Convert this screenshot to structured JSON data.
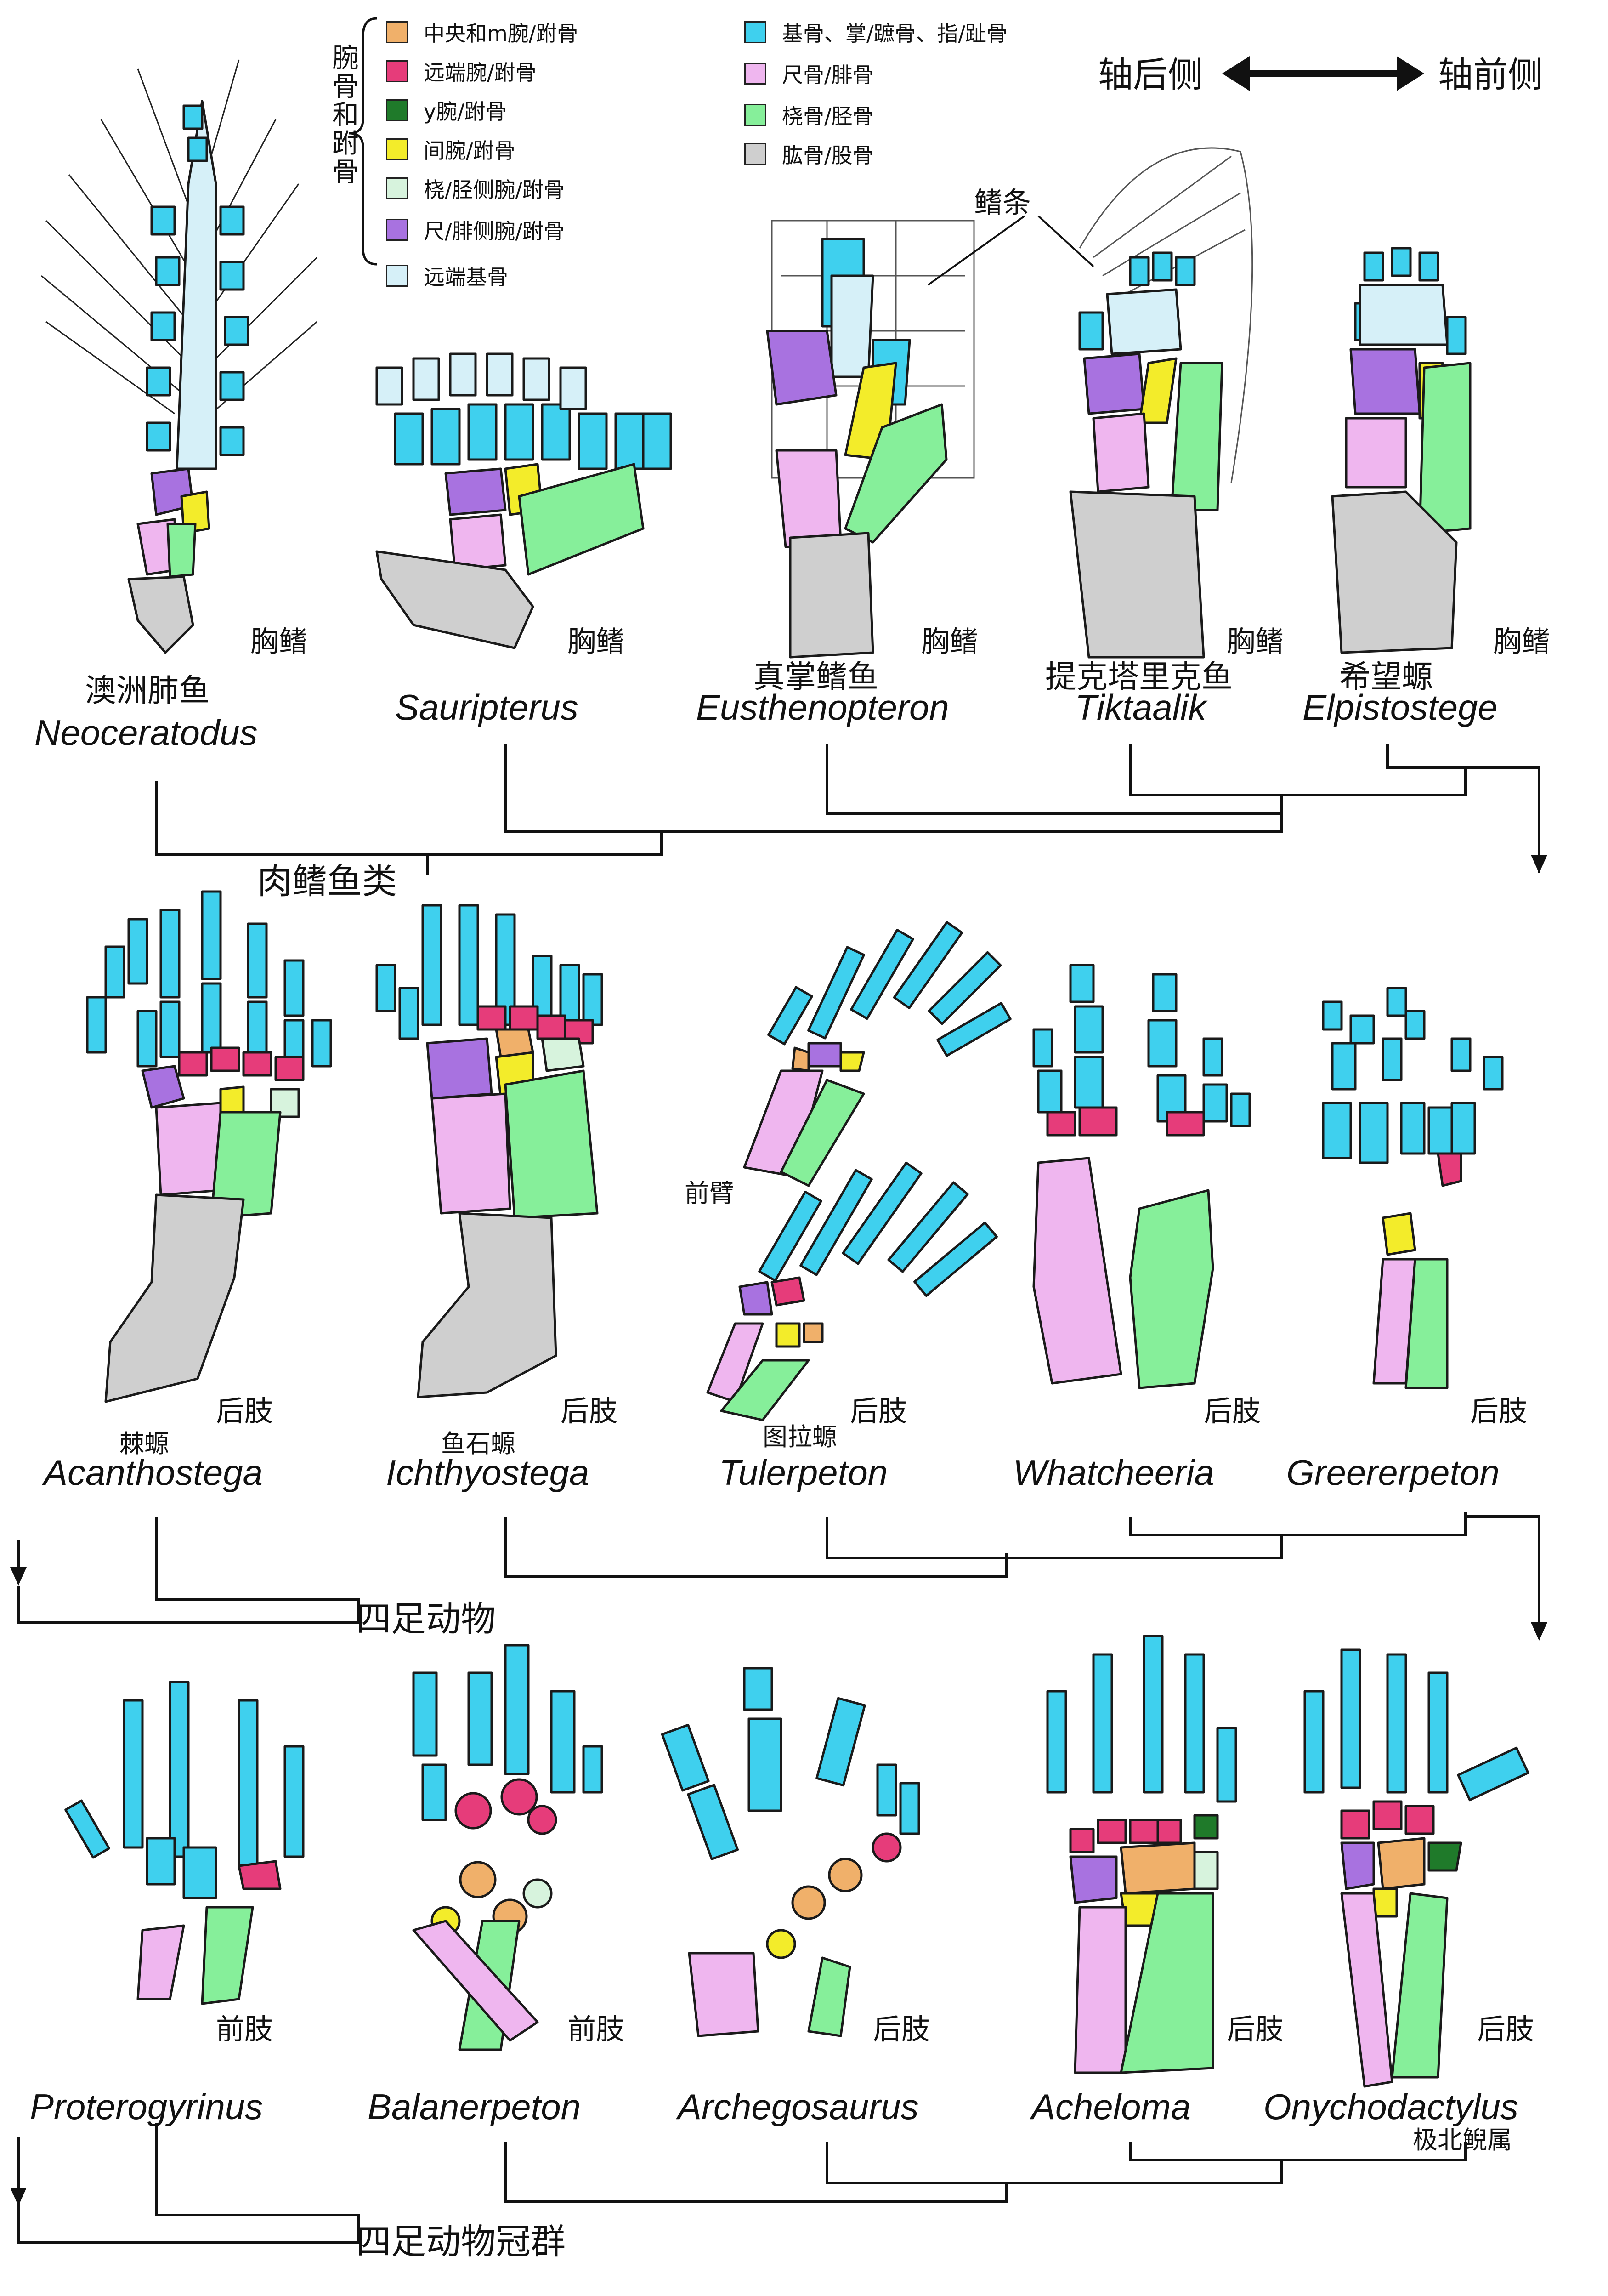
{
  "legend": {
    "group_label": "腕骨和跗骨",
    "left": [
      {
        "label": "中央和m腕/跗骨",
        "color": "#f0b06a"
      },
      {
        "label": "远端腕/跗骨",
        "color": "#e63c7a"
      },
      {
        "label": "y腕/跗骨",
        "color": "#1f7a2a"
      },
      {
        "label": "间腕/跗骨",
        "color": "#f3ec2a"
      },
      {
        "label": "桡/胫侧腕/跗骨",
        "color": "#d7f3dd"
      },
      {
        "label": "尺/腓侧腕/跗骨",
        "color": "#a872e0"
      },
      {
        "label": "远端基骨",
        "color": "#d6f0f8"
      }
    ],
    "right": [
      {
        "label": "基骨、掌/蹠骨、指/趾骨",
        "color": "#3fd0ee"
      },
      {
        "label": "尺骨/腓骨",
        "color": "#efb6ef"
      },
      {
        "label": "桡骨/胫骨",
        "color": "#86ef9a"
      },
      {
        "label": "肱骨/股骨",
        "color": "#cfcfcf"
      }
    ]
  },
  "axis": {
    "postaxial": "轴后侧",
    "preaxial": "轴前侧"
  },
  "fin_ray_label": "鳍条",
  "forearm_label": "前臂",
  "rows": [
    {
      "group_label": "肉鳍鱼类",
      "taxa": [
        {
          "latin": "Neoceratodus",
          "chinese": "澳洲肺鱼",
          "element": "胸鳍"
        },
        {
          "latin": "Sauripterus",
          "chinese": "",
          "element": "胸鳍"
        },
        {
          "latin": "Eusthenopteron",
          "chinese": "真掌鳍鱼",
          "element": "胸鳍"
        },
        {
          "latin": "Tiktaalik",
          "chinese": "提克塔里克鱼",
          "element": "胸鳍"
        },
        {
          "latin": "Elpistostege",
          "chinese": "希望螈",
          "element": "胸鳍"
        }
      ]
    },
    {
      "group_label": "四足动物",
      "taxa": [
        {
          "latin": "Acanthostega",
          "chinese": "棘螈",
          "element": "后肢"
        },
        {
          "latin": "Ichthyostega",
          "chinese": "鱼石螈",
          "element": "后肢"
        },
        {
          "latin": "Tulerpeton",
          "chinese": "图拉螈",
          "element": "后肢"
        },
        {
          "latin": "Whatcheeria",
          "chinese": "",
          "element": "后肢"
        },
        {
          "latin": "Greererpeton",
          "chinese": "",
          "element": "后肢"
        }
      ]
    },
    {
      "group_label": "四足动物冠群",
      "taxa": [
        {
          "latin": "Proterogyrinus",
          "chinese": "",
          "element": "前肢"
        },
        {
          "latin": "Balanerpeton",
          "chinese": "",
          "element": "前肢"
        },
        {
          "latin": "Archegosaurus",
          "chinese": "",
          "element": "后肢"
        },
        {
          "latin": "Acheloma",
          "chinese": "",
          "element": "后肢"
        },
        {
          "latin": "Onychodactylus",
          "chinese": "极北鲵属",
          "element": "后肢"
        }
      ]
    }
  ]
}
